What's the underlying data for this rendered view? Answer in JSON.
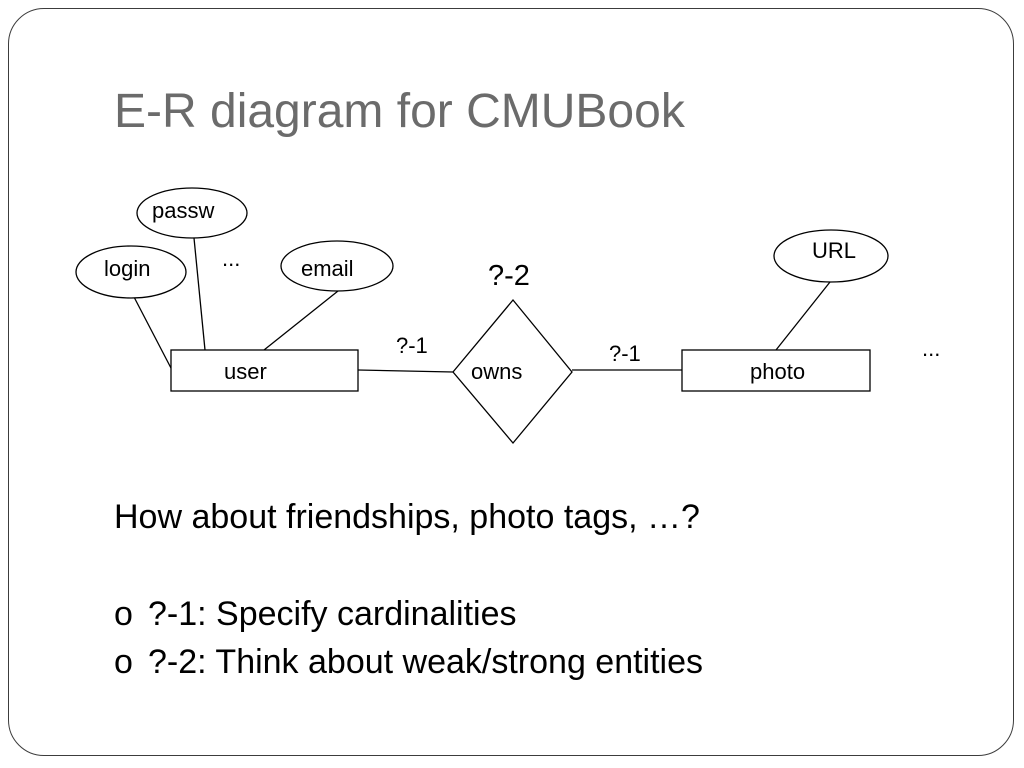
{
  "title": "E-R diagram for CMUBook",
  "diagram": {
    "entities": {
      "user": "user",
      "photo": "photo"
    },
    "relationship": "owns",
    "attributes": {
      "passw": "passw",
      "login": "login",
      "email": "email",
      "url": "URL"
    },
    "ellipsis_user": "...",
    "ellipsis_photo": "...",
    "label_q2": "?-2",
    "label_q1_left": "?-1",
    "label_q1_right": "?-1"
  },
  "question": "How about friendships, photo tags, …?",
  "bullets": [
    {
      "marker": "o",
      "text": "?-1:  Specify cardinalities"
    },
    {
      "marker": "o",
      "text": "?-2:  Think about weak/strong entities"
    }
  ]
}
